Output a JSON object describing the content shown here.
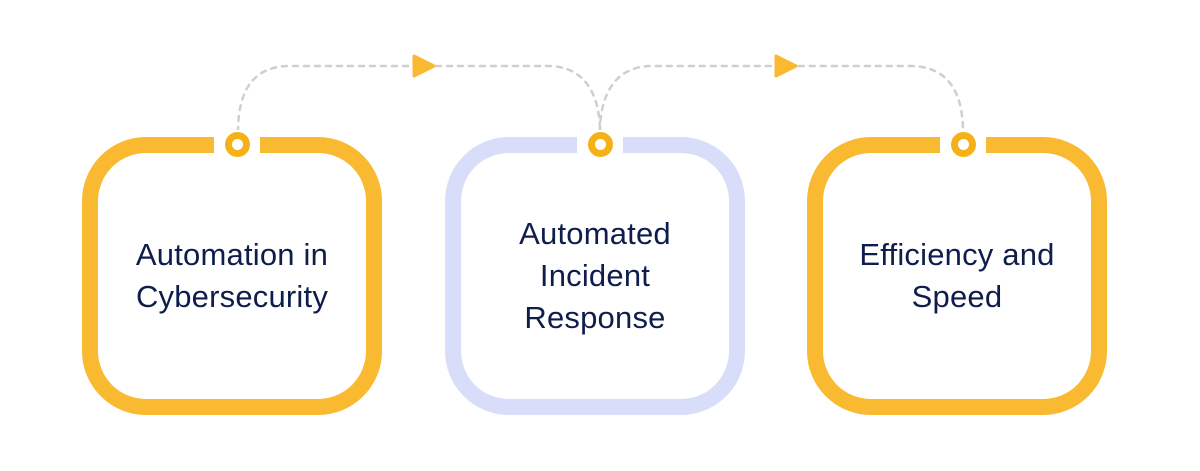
{
  "colors": {
    "accent": "#f9b931",
    "secondary": "#d8defa",
    "dot": "#f5b218",
    "text": "#0f1d4d",
    "connector": "#cfcfcf"
  },
  "steps": [
    {
      "label": "Automation in\nCybersecurity",
      "style": "accent"
    },
    {
      "label": "Automated\nIncident\nResponse",
      "style": "secondary"
    },
    {
      "label": "Efficiency and\nSpeed",
      "style": "accent"
    }
  ]
}
